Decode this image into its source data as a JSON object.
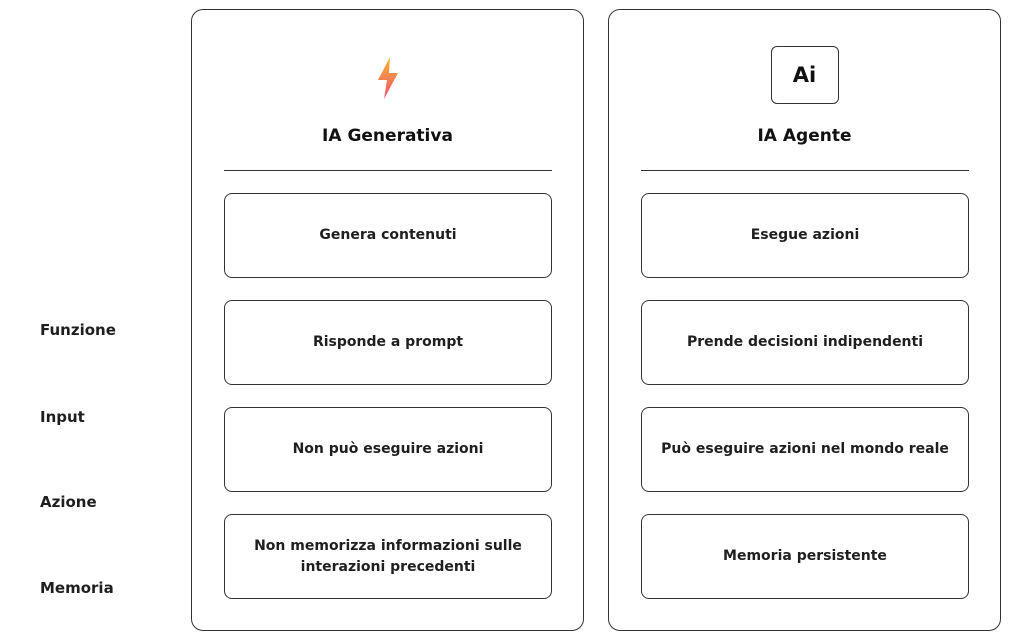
{
  "row_labels": [
    "Funzione",
    "Input",
    "Azione",
    "Memoria"
  ],
  "left_panel": {
    "icon": "lightning-bolt-icon",
    "title": "IA Generativa",
    "cells": [
      "Genera contenuti",
      "Risponde a prompt",
      "Non può eseguire azioni",
      "Non memorizza informazioni sulle interazioni precedenti"
    ]
  },
  "right_panel": {
    "icon": "ai-badge-icon",
    "icon_text": "Ai",
    "title": "IA Agente",
    "cells": [
      "Esegue azioni",
      "Prende decisioni indipendenti",
      "Può eseguire azioni nel mondo reale",
      "Memoria persistente"
    ]
  },
  "colors": {
    "border": "#333333",
    "bolt_top": "#f5a623",
    "bolt_bottom": "#f0506e"
  }
}
